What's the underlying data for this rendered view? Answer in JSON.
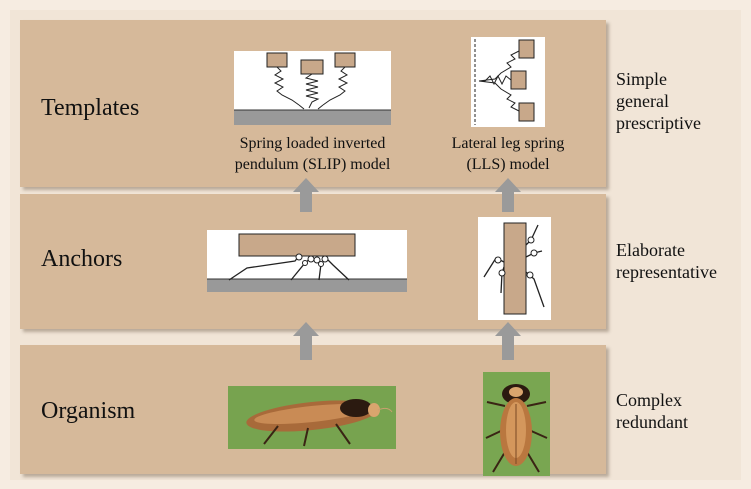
{
  "levels": [
    {
      "label": "Templates",
      "description": [
        "Simple",
        "general",
        "prescriptive"
      ]
    },
    {
      "label": "Anchors",
      "description": [
        "Elaborate",
        "representative"
      ]
    },
    {
      "label": "Organism",
      "description": [
        "Complex",
        "redundant"
      ]
    }
  ],
  "models": [
    {
      "caption_lines": [
        "Spring loaded inverted",
        "pendulum (SLIP) model"
      ]
    },
    {
      "caption_lines": [
        "Lateral leg spring",
        "(LLS) model"
      ]
    }
  ],
  "colors": {
    "panel": "#d6b99a",
    "background": "#f1e5d7",
    "arrow": "#9a9a9a",
    "body_fill": "#c8a88a"
  },
  "icons": [
    "up-arrow-icon",
    "up-arrow-icon",
    "up-arrow-icon",
    "up-arrow-icon"
  ]
}
